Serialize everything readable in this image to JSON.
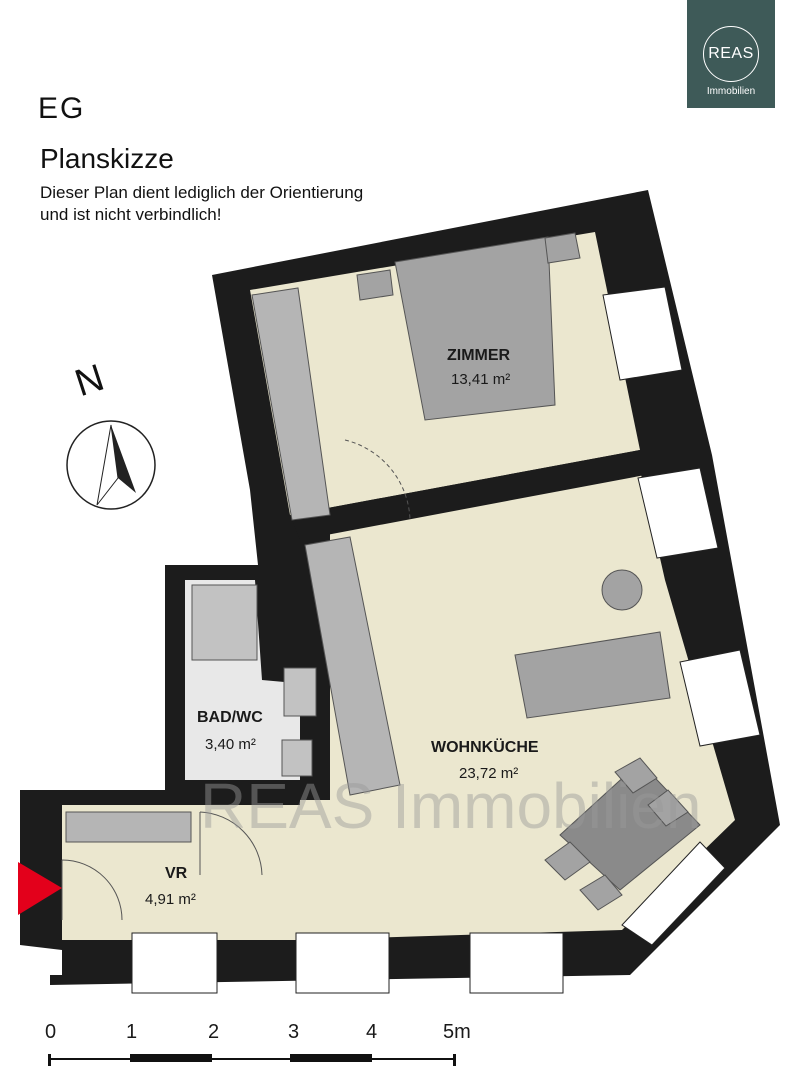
{
  "header": {
    "floor": "EG",
    "title": "Planskizze",
    "disclaimer_line1": "Dieser Plan dient lediglich der Orientierung",
    "disclaimer_line2": "und ist nicht verbindlich!"
  },
  "logo": {
    "main": "REAS",
    "sub": "Immobilien",
    "bg_color": "#3e5a58"
  },
  "compass": {
    "label": "N",
    "icon": "north-arrow-icon"
  },
  "rooms": {
    "zimmer": {
      "name": "ZIMMER",
      "area": "13,41 m²"
    },
    "wohnkueche": {
      "name": "WOHNKÜCHE",
      "area": "23,72 m²"
    },
    "bad": {
      "name": "BAD/WC",
      "area": "3,40 m²"
    },
    "vr": {
      "name": "VR",
      "area": "4,91 m²"
    }
  },
  "watermark": "REAS Immobilien",
  "scale": {
    "labels": [
      "0",
      "1",
      "2",
      "3",
      "4",
      "5m"
    ]
  },
  "entrance": {
    "icon": "entrance-arrow-icon",
    "color": "#e3001b"
  },
  "colors": {
    "floor": "#ebe7cf",
    "wall": "#1c1c1c",
    "furniture": "#a3a3a3"
  }
}
